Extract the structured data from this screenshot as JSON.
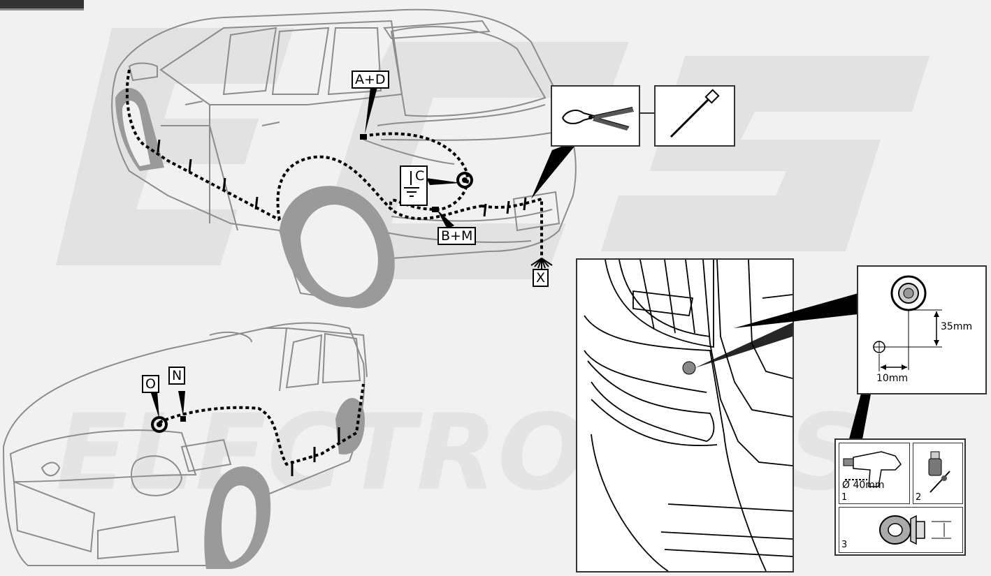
{
  "watermark": {
    "line1": "ECS",
    "line2": "ELECTRONICS"
  },
  "labels": {
    "ad": "A+D",
    "c": "C",
    "bm": "B+M",
    "x": "X",
    "o": "O",
    "n": "N"
  },
  "detail": {
    "dim_vertical": "35mm",
    "dim_horizontal": "10mm"
  },
  "tools": {
    "drill_size": "Ø 40mm",
    "step1": "1",
    "step2": "2",
    "step3": "3"
  },
  "colors": {
    "line": "#000000",
    "car_outline": "#8c8c8c",
    "tyre": "#9a9a9a",
    "background": "#f1f1f1"
  },
  "icons": [
    "pliers-icon",
    "cable-tie-icon",
    "ground-icon",
    "drill-icon",
    "paint-icon",
    "grommet-icon"
  ]
}
